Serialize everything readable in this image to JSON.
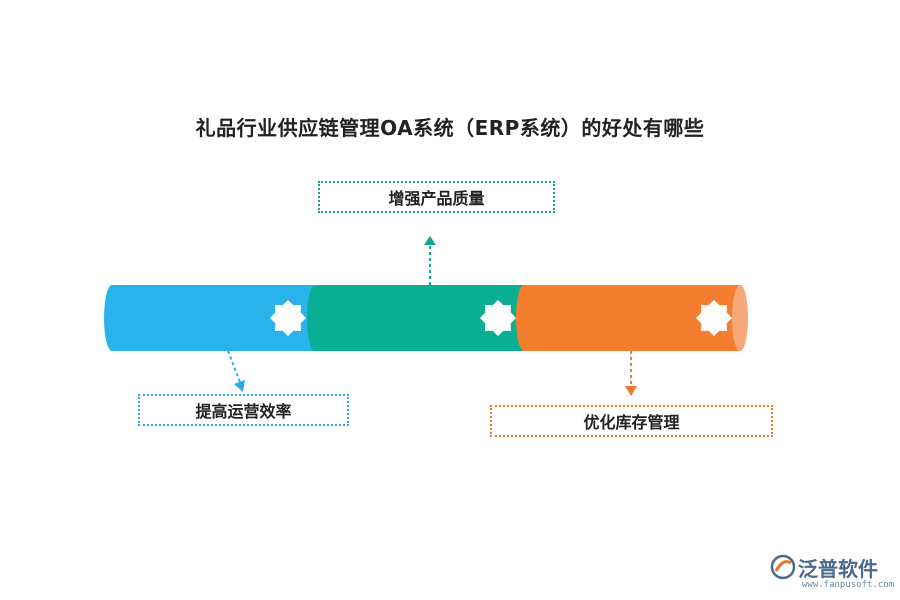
{
  "title": "礼品行业供应链管理OA系统（ERP系统）的好处有哪些",
  "segments": [
    {
      "color": "#29b3ea",
      "label": "提高运营效率"
    },
    {
      "color": "#0aaf93",
      "label": "增强产品质量"
    },
    {
      "color": "#f47d2f",
      "label": "优化库存管理"
    }
  ],
  "logo": {
    "name": "泛普软件",
    "url": "www.fanpusoft.com"
  }
}
